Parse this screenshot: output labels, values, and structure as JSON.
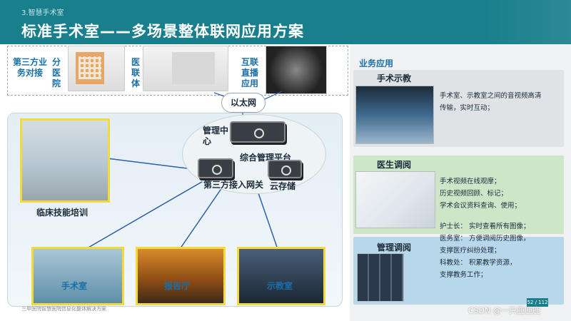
{
  "header": {
    "section": "3.智慧手术室",
    "title": "标准手术室——多场景整体联网应用方案"
  },
  "top_row": {
    "third_party": "第三方业务对接",
    "branch_hospital": "分医院",
    "hospital_network": "医联体",
    "live_stream": "互联直播应用"
  },
  "network": {
    "ethernet": "以太网",
    "management_center": "管理中心",
    "platform": "综合管理平台",
    "gateway": "第三方接入网关",
    "cloud_storage": "云存储"
  },
  "scenes": {
    "training": "临床技能培训",
    "operating_room": "手术室",
    "auditorium": "报告厅",
    "classroom": "示教室"
  },
  "footer": "三甲医院智慧医院信息化整体解决方案",
  "business": {
    "title": "业务应用",
    "cards": [
      {
        "heading": "手术示教",
        "lines": [
          "手术室、示教室之间的音视频高清",
          "传输，实时互动；"
        ]
      },
      {
        "heading": "医生调阅",
        "lines": [
          "手术视频在线观摩；",
          "历史视频回顾、标记；",
          "学术会议资料查询、使用；"
        ]
      },
      {
        "heading": "管理调阅",
        "lines": [
          "护士长：  实时查看所有图像；",
          "医务室：  方便调阅历史图像，",
          "              支撑医疗纠纷处理；",
          "科教处：  积累教学资源，",
          "              支撑教务工作；"
        ]
      }
    ]
  },
  "page_number": "52 / 112",
  "watermark": "CSDN @一只鹿鹿鹿"
}
